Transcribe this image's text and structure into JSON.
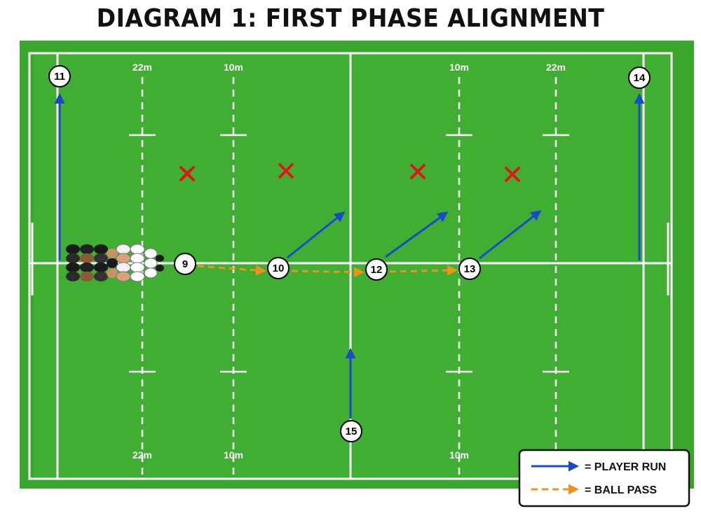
{
  "title": "DIAGRAM 1: FIRST PHASE ALIGNMENT",
  "markers": {
    "top": [
      "22m",
      "10m",
      "10m",
      "22m"
    ],
    "bottom": [
      "22m",
      "10m",
      "10m"
    ]
  },
  "players": {
    "p11": "11",
    "p14": "14",
    "p9": "9",
    "p10": "10",
    "p12": "12",
    "p13": "13",
    "p15": "15"
  },
  "legend": {
    "run": "= PLAYER RUN",
    "pass": "= BALL PASS"
  },
  "colors": {
    "grass": "#3aa62e",
    "lines": "#ffffff",
    "run_arrow": "#1a49c9",
    "pass_arrow": "#f0921c",
    "defender": "#e0161b"
  }
}
